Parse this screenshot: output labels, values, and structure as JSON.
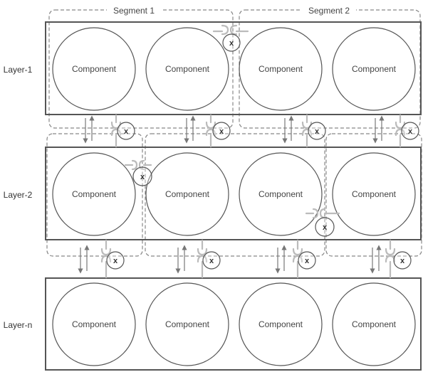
{
  "layers": [
    {
      "label": "Layer-1",
      "components": [
        "Component",
        "Component",
        "Component",
        "Component"
      ]
    },
    {
      "label": "Layer-2",
      "components": [
        "Component",
        "Component",
        "Component",
        "Component"
      ]
    },
    {
      "label": "Layer-n",
      "components": [
        "Component",
        "Component",
        "Component",
        "Component"
      ]
    }
  ],
  "segments": [
    {
      "label": "Segment 1"
    },
    {
      "label": "Segment 2"
    }
  ],
  "failure_mark": "x",
  "colors": {
    "layer_border": "#555555",
    "circle_border": "#555555",
    "segment_dash": "#888888",
    "arrow": "#777777",
    "connector": "#bbbbbb"
  }
}
